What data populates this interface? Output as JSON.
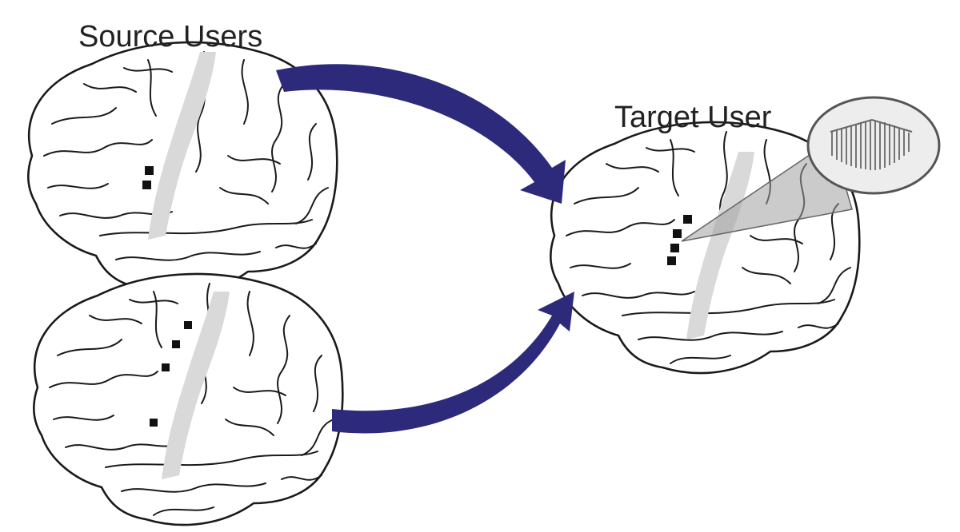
{
  "labels": {
    "source": "Source Users",
    "target": "Target User"
  },
  "colors": {
    "arrow": "#2d2a7c",
    "cortex_band": "#d9d9d9",
    "electrode": "#111111"
  },
  "brains": [
    {
      "role": "source",
      "electrode_count": 2
    },
    {
      "role": "source",
      "electrode_count": 4
    },
    {
      "role": "target",
      "electrode_count": 4
    }
  ],
  "inset": {
    "icon": "microelectrode-array-icon"
  }
}
